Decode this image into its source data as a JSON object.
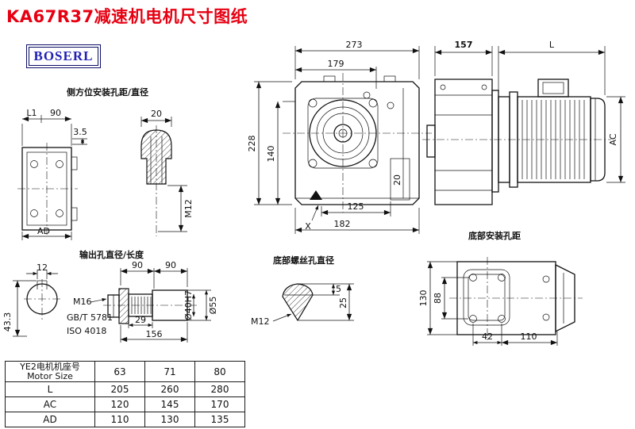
{
  "title": "KA67R37减速机电机尺寸图纸",
  "logo": "BOSERL",
  "labels": {
    "side_mount": "侧方位安装孔距/直径",
    "output_hole": "输出孔直径/长度",
    "bottom_screw": "底部螺丝孔直径",
    "bottom_mount": "底部安装孔距"
  },
  "dims": {
    "front_overall_width": "273",
    "front_flange_width": "179",
    "front_height": "228",
    "front_center_height": "140",
    "front_foot_slot": "20",
    "front_foot_span": "125",
    "front_base_width": "182",
    "section_mark": "X",
    "side_gear_len": "157",
    "motor_len": "L",
    "motor_dia": "AC",
    "left_l1": "L1",
    "left_90": "90",
    "left_offset": "3.5",
    "left_ad": "AD",
    "dome_width": "20",
    "side_hole_thread": "M12",
    "key_width": "12",
    "key_depth": "43.3",
    "shaft_seg_a": "90",
    "shaft_seg_b": "90",
    "shaft_thread": "M16",
    "shaft_std1": "GB/T 5781",
    "shaft_std2": "ISO 4018",
    "shaft_29": "29",
    "shaft_156": "156",
    "shaft_bore": "Ø40H7",
    "shaft_od": "Ø55",
    "screw_5": "5",
    "screw_25": "25",
    "bottom_screw_thread": "M12",
    "bottom_130": "130",
    "bottom_88": "88",
    "bottom_42": "42",
    "bottom_110": "110"
  },
  "table": {
    "header_cn": "YE2电机机座号",
    "header_en": "Motor Size",
    "sizes": [
      "63",
      "71",
      "80"
    ],
    "rows": [
      {
        "label": "L",
        "values": [
          "205",
          "260",
          "280"
        ]
      },
      {
        "label": "AC",
        "values": [
          "120",
          "145",
          "170"
        ]
      },
      {
        "label": "AD",
        "values": [
          "110",
          "130",
          "135"
        ]
      }
    ]
  }
}
